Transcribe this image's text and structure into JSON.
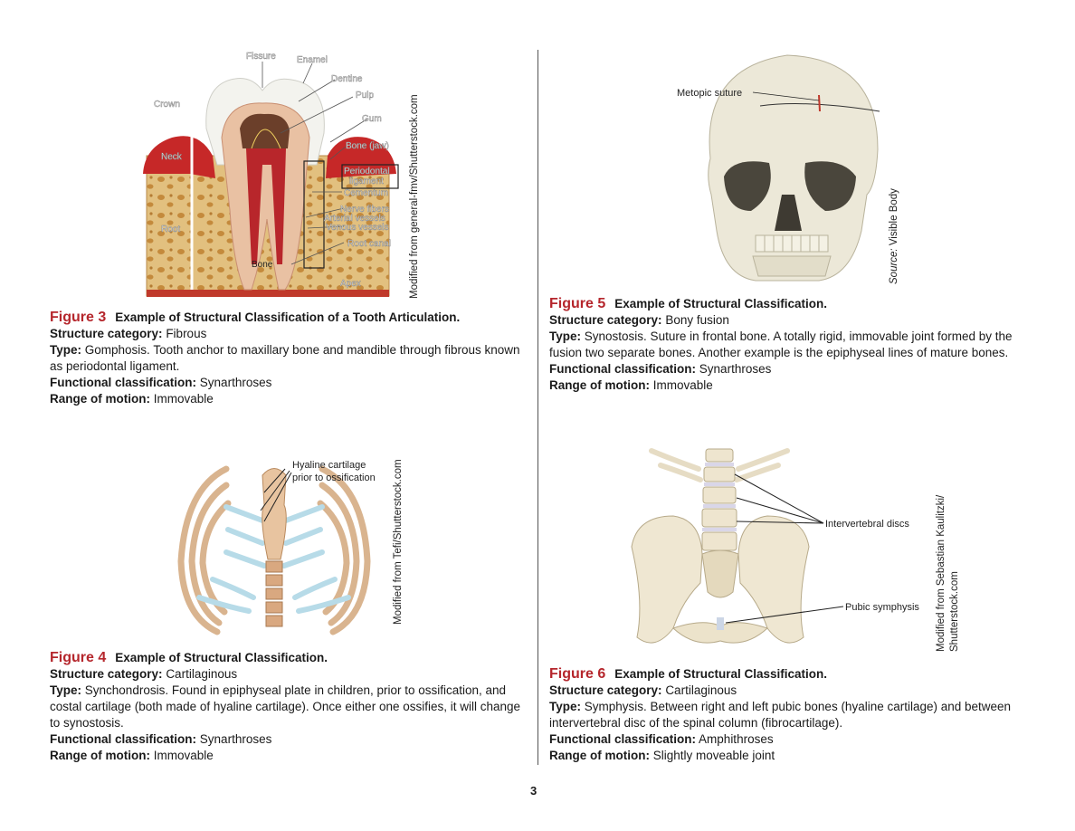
{
  "page_number": "3",
  "fig3": {
    "labels": {
      "fissure": "Fissure",
      "enamel": "Enamel",
      "dentine": "Dentine",
      "pulp": "Pulp",
      "gum": "Gum",
      "crown": "Crown",
      "neck": "Neck",
      "bone_jaw": "Bone (jaw)",
      "periodontal": "Periodontal",
      "ligament": "ligament",
      "cementum": "Cementum",
      "nerve_fibers": "Nerve fibers",
      "arterial_vessels": "Arterial vessels",
      "venous_vessels": "Venous vessels",
      "root_canal": "Root canal",
      "root": "Root",
      "bone": "Bone",
      "apex": "Apex"
    },
    "credit": "Modified from general-fmv/Shutterstock.com",
    "num": "Figure 3",
    "title": "Example of Structural Classification of a Tooth Articulation.",
    "structure_label": "Structure category:",
    "structure_value": "Fibrous",
    "type_label": "Type:",
    "type_value": "Gomphosis. Tooth anchor to maxillary bone and mandible through fibrous known as periodontal ligament.",
    "functional_label": "Functional classification:",
    "functional_value": "Synarthroses",
    "range_label": "Range of motion:",
    "range_value": "Immovable"
  },
  "fig4": {
    "labels": {
      "hyaline_1": "Hyaline cartilage",
      "hyaline_2": "prior to ossification"
    },
    "credit": "Modified from Tefi/Shutterstock.com",
    "num": "Figure 4",
    "title": "Example of Structural Classification.",
    "structure_label": "Structure category:",
    "structure_value": "Cartilaginous",
    "type_label": "Type:",
    "type_value": "Synchondrosis. Found in epiphyseal plate in children, prior to ossification, and costal cartilage (both made of hyaline cartilage). Once either one ossifies, it will change to synostosis.",
    "functional_label": "Functional classification:",
    "functional_value": "Synarthroses",
    "range_label": "Range of motion:",
    "range_value": "Immovable"
  },
  "fig5": {
    "labels": {
      "metopic": "Metopic suture"
    },
    "credit_source": "Source:",
    "credit_rest": " Visible Body",
    "num": "Figure 5",
    "title": "Example of Structural Classification.",
    "structure_label": "Structure category:",
    "structure_value": "Bony fusion",
    "type_label": "Type:",
    "type_value": "Synostosis. Suture in frontal bone. A totally rigid, immovable joint formed by the fusion two separate bones. Another example is the epiphyseal lines of mature bones.",
    "functional_label": "Functional classification:",
    "functional_value": "Synarthroses",
    "range_label": "Range of motion:",
    "range_value": "Immovable"
  },
  "fig6": {
    "labels": {
      "discs": "Intervertebral discs",
      "pubic": "Pubic symphysis"
    },
    "credit_1": "Modified from Sebastian Kaulitzki/",
    "credit_2": "Shutterstock.com",
    "num": "Figure 6",
    "title": "Example of Structural Classification.",
    "structure_label": "Structure category:",
    "structure_value": "Cartilaginous",
    "type_label": "Type:",
    "type_value": "Symphysis. Between right and left pubic bones (hyaline cartilage) and between intervertebral disc of the spinal column (fibrocartilage).",
    "functional_label": "Functional classification:",
    "functional_value": "Amphithroses",
    "range_label": "Range of motion:",
    "range_value": "Slightly moveable joint"
  }
}
